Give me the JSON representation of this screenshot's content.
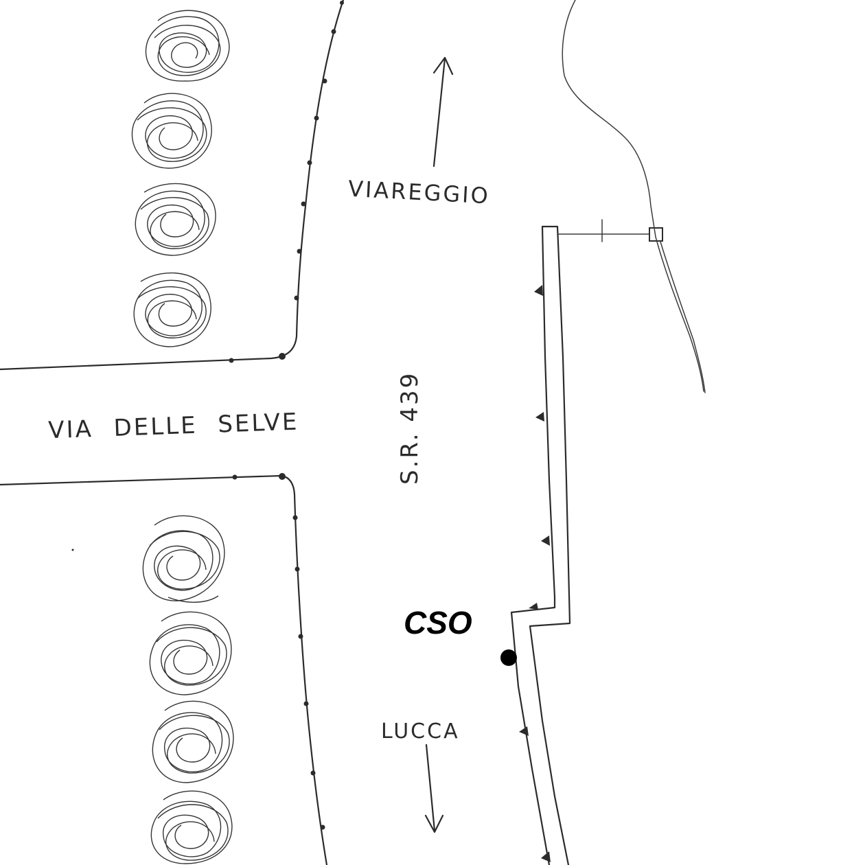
{
  "labels": {
    "north_direction": "VIAREGGIO",
    "south_direction": "LUCCA",
    "side_street": "VIA DELLE SELVE",
    "main_road": "S.R. 439",
    "point_marker": "CSO"
  },
  "colors": {
    "ink": "#2b2b2b",
    "marker": "#000000",
    "background": "#ffffff"
  },
  "icons": {
    "north_arrow": "arrow-up-icon",
    "south_arrow": "arrow-down-icon",
    "point": "filled-circle-icon",
    "trees": "shrub-icon"
  }
}
